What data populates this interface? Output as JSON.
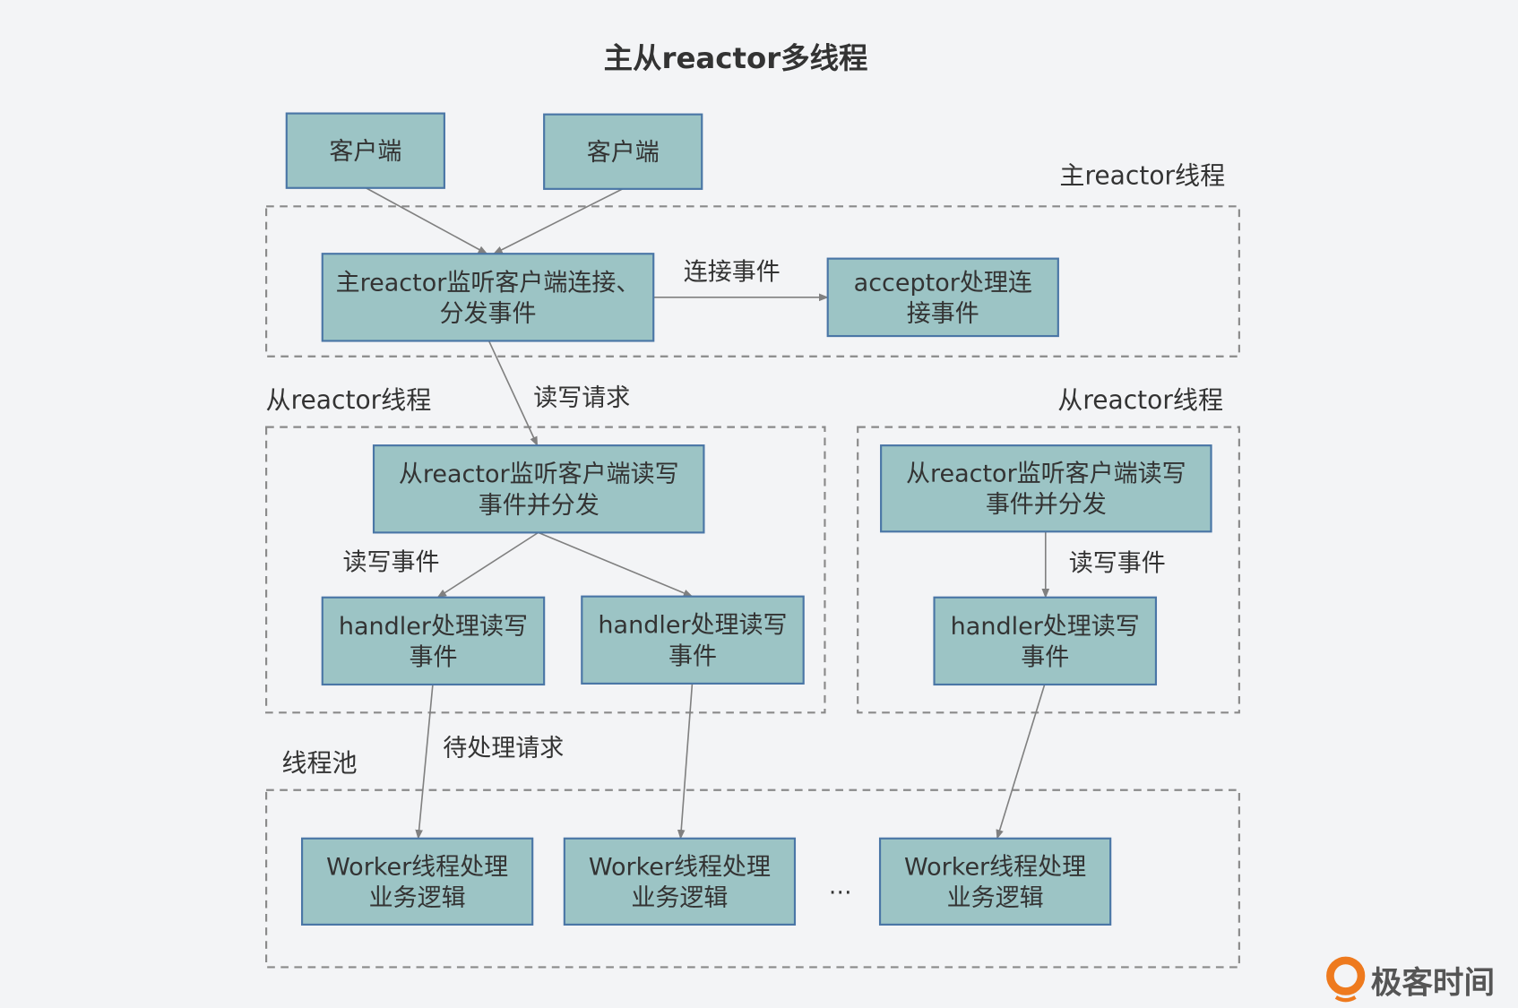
{
  "title": "主从reactor多线程",
  "colors": {
    "box_fill": "#9cc4c5",
    "box_stroke": "#4a76a6",
    "arrow": "#808080",
    "dash": "#8a8a8a",
    "text": "#333333",
    "logo": "#ee7a1e"
  },
  "regions": [
    {
      "id": "main-reactor-region",
      "label": "主reactor线程"
    },
    {
      "id": "sub-reactor-region-1",
      "label": "从reactor线程"
    },
    {
      "id": "sub-reactor-region-2",
      "label": "从reactor线程"
    },
    {
      "id": "thread-pool-region",
      "label": "线程池"
    }
  ],
  "boxes": [
    {
      "id": "client-1",
      "lines": [
        "客户端"
      ]
    },
    {
      "id": "client-2",
      "lines": [
        "客户端"
      ]
    },
    {
      "id": "main-reactor",
      "lines": [
        "主reactor监听客户端连接、",
        "分发事件"
      ]
    },
    {
      "id": "acceptor",
      "lines": [
        "acceptor处理连",
        "接事件"
      ]
    },
    {
      "id": "sub-reactor-1",
      "lines": [
        "从reactor监听客户端读写",
        "事件并分发"
      ]
    },
    {
      "id": "sub-reactor-2",
      "lines": [
        "从reactor监听客户端读写",
        "事件并分发"
      ]
    },
    {
      "id": "handler-1",
      "lines": [
        "handler处理读写",
        "事件"
      ]
    },
    {
      "id": "handler-2",
      "lines": [
        "handler处理读写",
        "事件"
      ]
    },
    {
      "id": "handler-3",
      "lines": [
        "handler处理读写",
        "事件"
      ]
    },
    {
      "id": "worker-1",
      "lines": [
        "Worker线程处理",
        "业务逻辑"
      ]
    },
    {
      "id": "worker-2",
      "lines": [
        "Worker线程处理",
        "业务逻辑"
      ]
    },
    {
      "id": "worker-3",
      "lines": [
        "Worker线程处理",
        "业务逻辑"
      ]
    }
  ],
  "edge_labels": [
    {
      "id": "connect-event",
      "text": "连接事件"
    },
    {
      "id": "rw-request",
      "text": "读写请求"
    },
    {
      "id": "rw-event-1",
      "text": "读写事件"
    },
    {
      "id": "rw-event-2",
      "text": "读写事件"
    },
    {
      "id": "pending-request",
      "text": "待处理请求"
    }
  ],
  "ellipsis": "…",
  "logo": {
    "text": "极客时间"
  }
}
